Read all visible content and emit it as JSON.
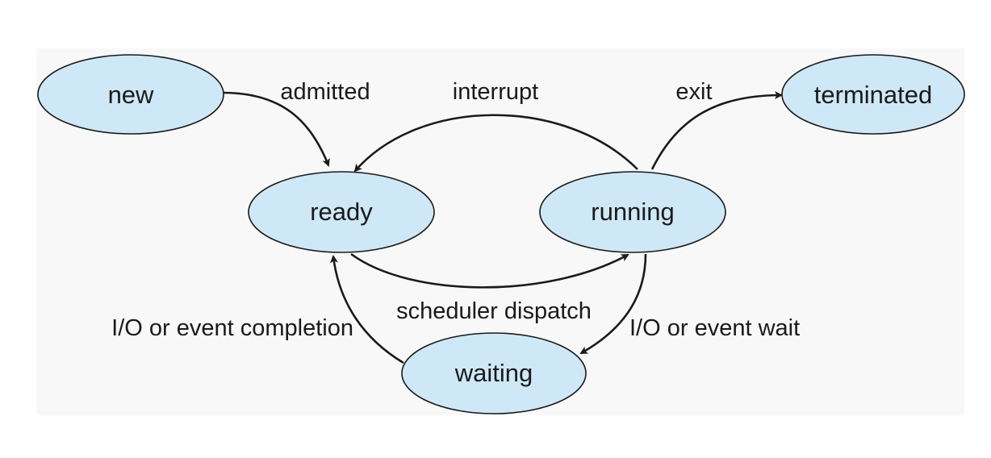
{
  "states": {
    "new": "new",
    "ready": "ready",
    "running": "running",
    "waiting": "waiting",
    "terminated": "terminated"
  },
  "transitions": {
    "admitted": "admitted",
    "interrupt": "interrupt",
    "exit": "exit",
    "scheduler_dispatch": "scheduler dispatch",
    "io_event_completion": "I/O or event completion",
    "io_event_wait": "I/O or event wait"
  },
  "colors": {
    "node_fill": "#cfe8f7",
    "stroke": "#1a1a1a"
  }
}
